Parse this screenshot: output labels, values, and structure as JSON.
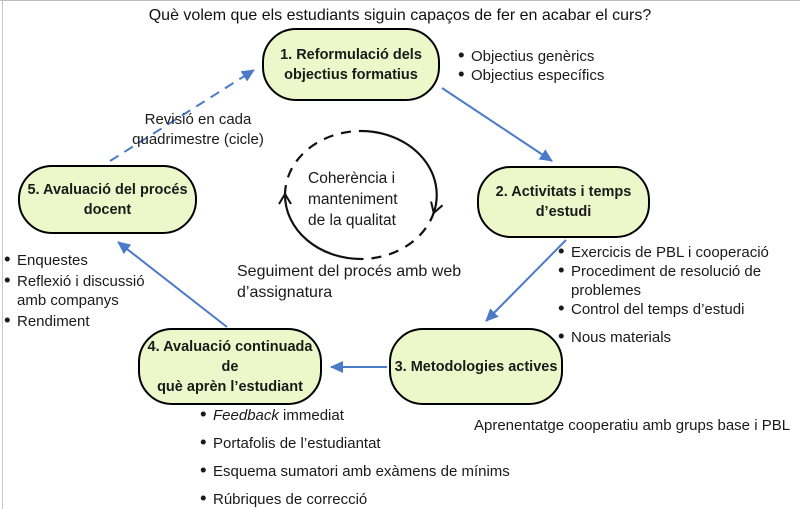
{
  "title": "Què volem que els estudiants siguin capaços de fer en acabar el curs?",
  "nodes": [
    {
      "label": "1. Reformulació dels\nobjectius formatius"
    },
    {
      "label": "2. Activitats i temps\nd’estudi"
    },
    {
      "label": "3. Metodologies actives"
    },
    {
      "label": "4. Avaluació continuada de\nquè aprèn l’estudiant"
    },
    {
      "label": "5. Avaluació del procés\ndocent"
    }
  ],
  "center_cycle": {
    "label": "Coherència i\nmanteniment\nde la qualitat"
  },
  "captions": {
    "revisio": "Revisió en cada\nquadrimestre (cicle)",
    "seguiment": "Seguiment del procés amb web\nd’assignatura",
    "aprenentatge": "Aprenentatge cooperatiu amb grups base i PBL"
  },
  "lists": {
    "objectius": {
      "items": [
        "Objectius genèrics",
        "Objectius específics"
      ]
    },
    "activitats": {
      "items": [
        "Exercicis de PBL i cooperació",
        "Procediment de resolució de\nproblemes",
        "Control del temps d’estudi",
        "Nous materials"
      ]
    },
    "avaluacio_docent": {
      "items": [
        "Enquestes",
        "Reflexió i discussió\namb companys",
        "Rendiment"
      ]
    },
    "avaluacio_estudiant": {
      "feedback_italic": "Feedback",
      "feedback_rest": " immediat",
      "items": [
        "Portafolis de l’estudiantat",
        "Esquema sumatori amb exàmens de mínims",
        "Rúbriques de correcció"
      ]
    }
  },
  "colors": {
    "node_fill": "#eef7c9",
    "node_border": "#000000",
    "arrow_blue": "#4a7ac8",
    "cycle_stroke": "#111111",
    "text": "#1a1a1a"
  }
}
